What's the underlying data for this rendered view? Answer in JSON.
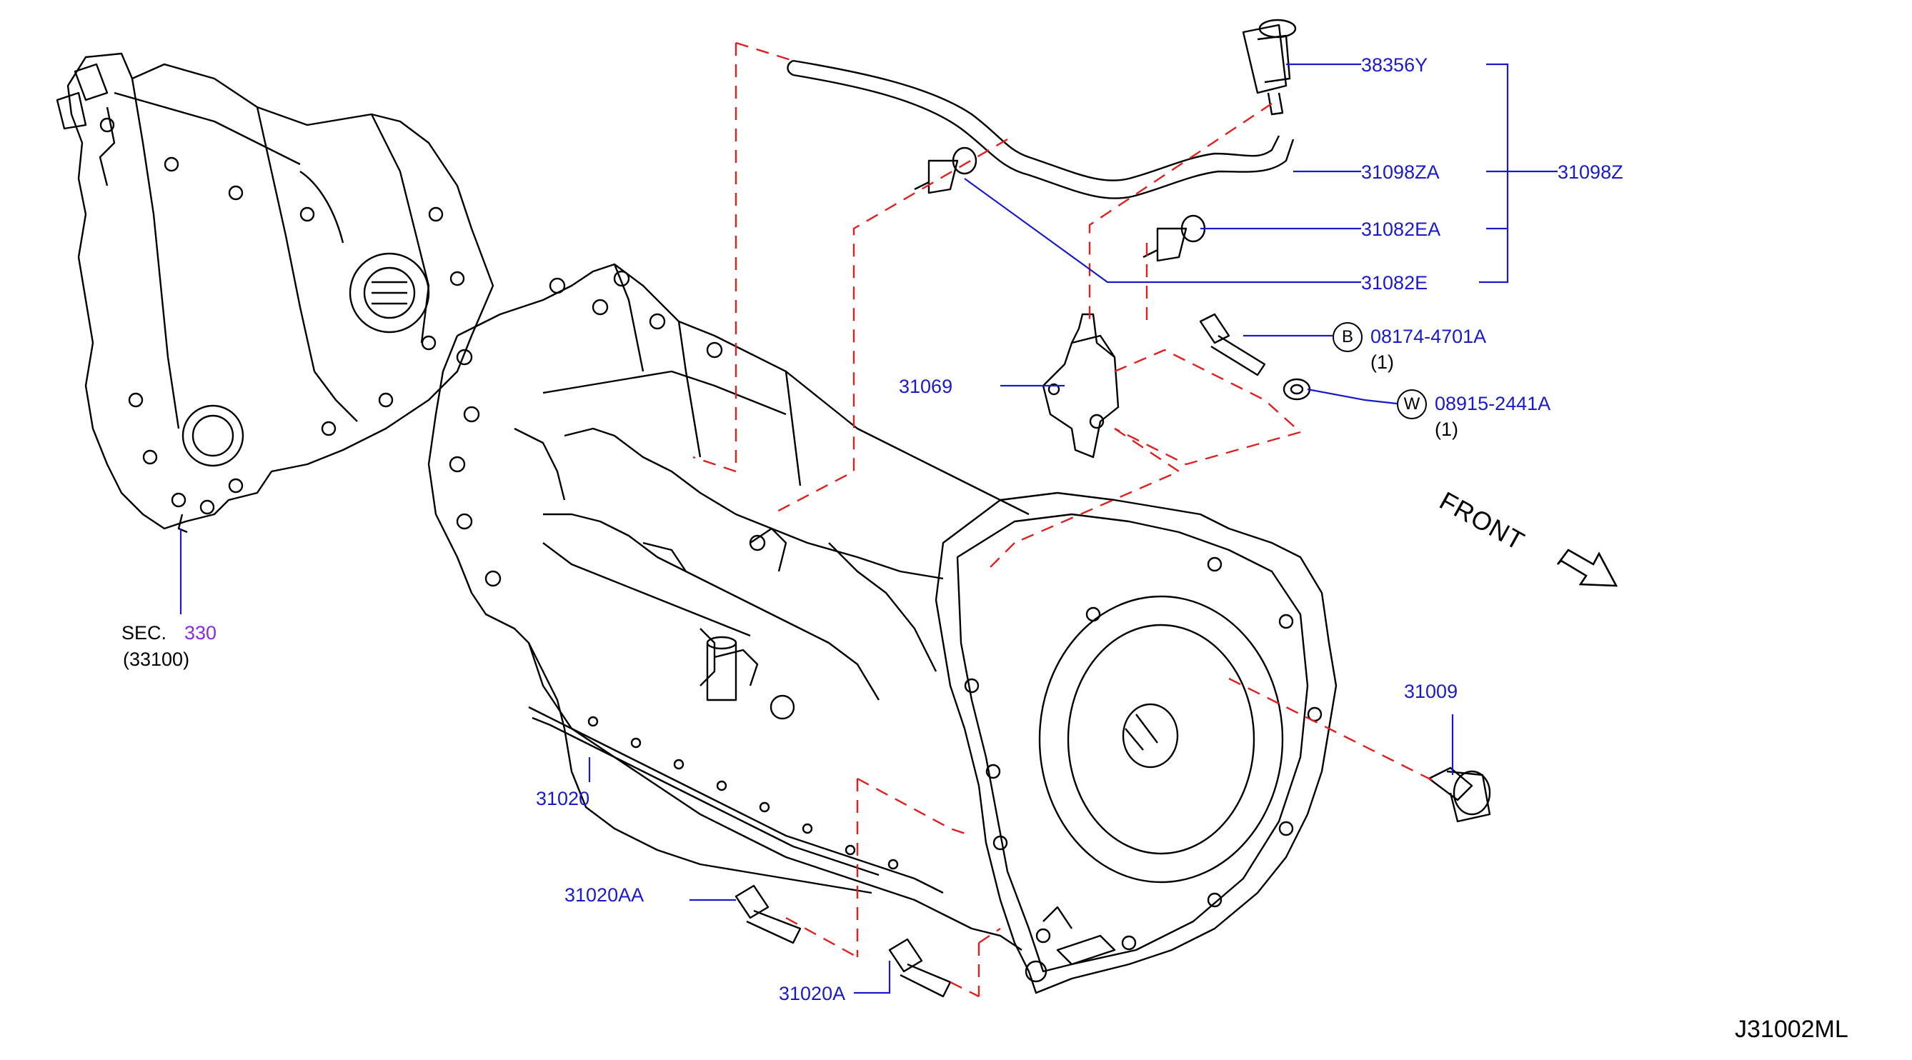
{
  "colors": {
    "link": "#1a1acc",
    "section": "#8a2be2",
    "line": "#1a1acc",
    "dash": "#e02020",
    "ink": "#000000"
  },
  "parts": {
    "p38356Y": "38356Y",
    "p31098ZA": "31098ZA",
    "p31098Z": "31098Z",
    "p31082EA": "31082EA",
    "p31082E": "31082E",
    "p08174": "08174-4701A",
    "p08174_qty": "(1)",
    "p08174_mark": "B",
    "p08915": "08915-2441A",
    "p08915_qty": "(1)",
    "p08915_mark": "W",
    "p31069": "31069",
    "p31009": "31009",
    "p31020": "31020",
    "p31020AA": "31020AA",
    "p31020A": "31020A"
  },
  "section": {
    "prefix": "SEC.",
    "number": "330",
    "sub": "(33100)"
  },
  "front_label": "FRONT",
  "diagram_code": "J31002ML"
}
